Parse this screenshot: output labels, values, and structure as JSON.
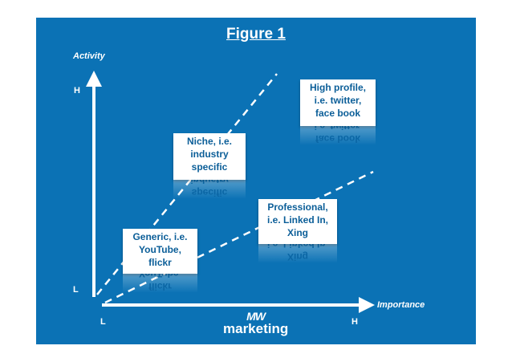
{
  "title": "Figure 1",
  "y_axis": {
    "label": "Activity",
    "high": "H",
    "low": "L"
  },
  "x_axis": {
    "label": "Importance",
    "low": "L",
    "high": "H"
  },
  "boxes": {
    "high_profile": [
      "High profile,",
      "i.e. twitter,",
      "face book"
    ],
    "niche": [
      "Niche, i.e.",
      "industry",
      "specific"
    ],
    "professional": [
      "Professional,",
      "i.e. Linked In,",
      "Xing"
    ],
    "generic": [
      "Generic, i.e.",
      "YouTube,",
      "flickr"
    ]
  },
  "logo": {
    "mark": "MW",
    "word": "marketing"
  },
  "colors": {
    "background": "#0b72b5",
    "box": "#ffffff",
    "box_text": "#0b5e98",
    "axis": "#ffffff"
  }
}
